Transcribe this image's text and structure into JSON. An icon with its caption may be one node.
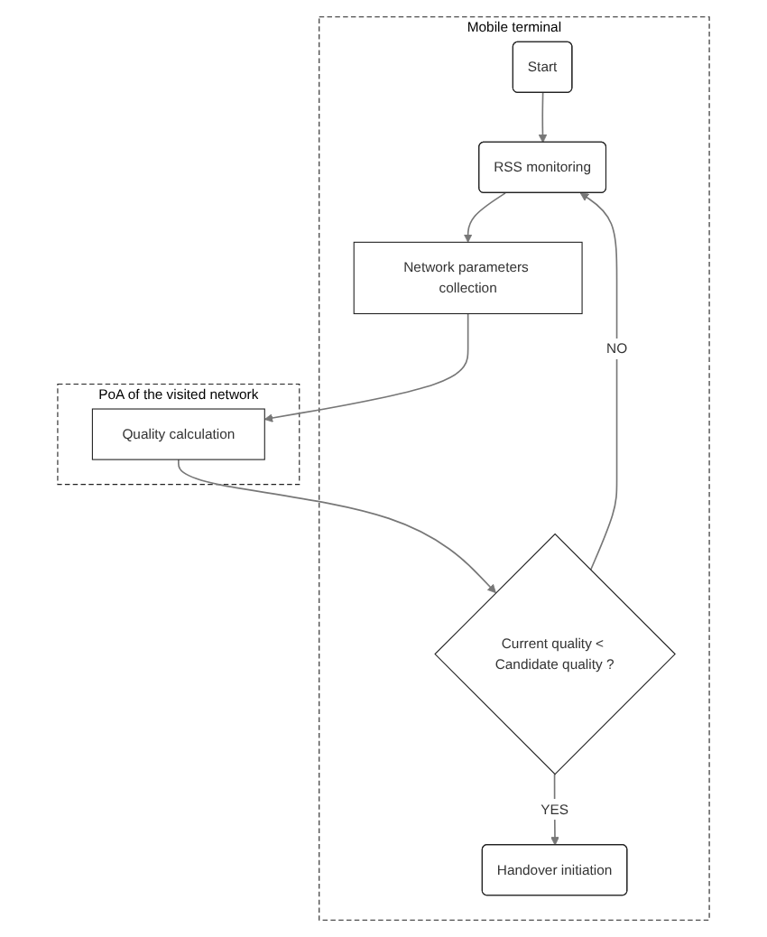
{
  "diagram": {
    "nodes": [
      {
        "text": [
          "Mobile terminal"
        ]
      },
      {
        "text": [
          "Start"
        ],
        "in": 0
      },
      {
        "text": [
          "RSS monitoring"
        ],
        "in": 0
      },
      {
        "text": [
          "Network parameters collection"
        ],
        "in": 0
      },
      {
        "text": [
          "PoA of the visited network"
        ]
      },
      {
        "text": [
          "Quality calculation"
        ],
        "in": 4
      },
      {
        "text": [
          "Current quality < Candidate quality ?"
        ],
        "in": 0
      },
      {
        "text": [
          "Handover initiation"
        ],
        "in": 0
      }
    ],
    "edges": [
      {
        "from": 1,
        "to": 2,
        "arrow": "to"
      },
      {
        "from": 2,
        "to": 3,
        "arrow": "to"
      },
      {
        "from": 3,
        "to": 5,
        "arrow": "to"
      },
      {
        "from": 5,
        "to": 6,
        "arrow": "to"
      },
      {
        "from": 6,
        "to": 2,
        "label": "NO",
        "arrow": "to"
      },
      {
        "from": 6,
        "to": 7,
        "label": "YES",
        "arrow": "to"
      }
    ]
  }
}
